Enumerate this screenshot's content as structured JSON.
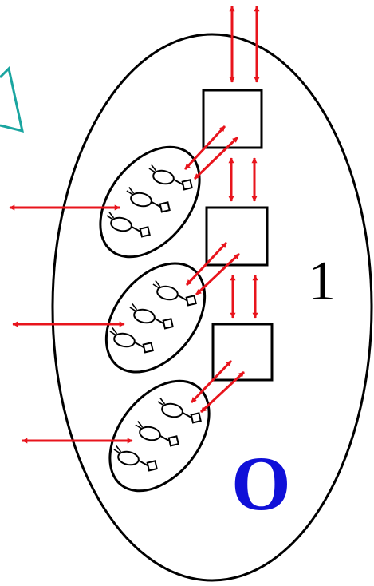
{
  "labels": {
    "region_number": "1",
    "region_letter": "O"
  },
  "colors": {
    "outline": "#000000",
    "arrow": "#e8141c",
    "letter": "#1010d8",
    "triangle": "#1aa5a0",
    "background": "#ffffff"
  },
  "icons": {
    "boxes": "square-outline",
    "groups": "ellipse-cluster-of-figures",
    "arrows": "double-headed-arrow",
    "fragment": "triangle-outline"
  }
}
